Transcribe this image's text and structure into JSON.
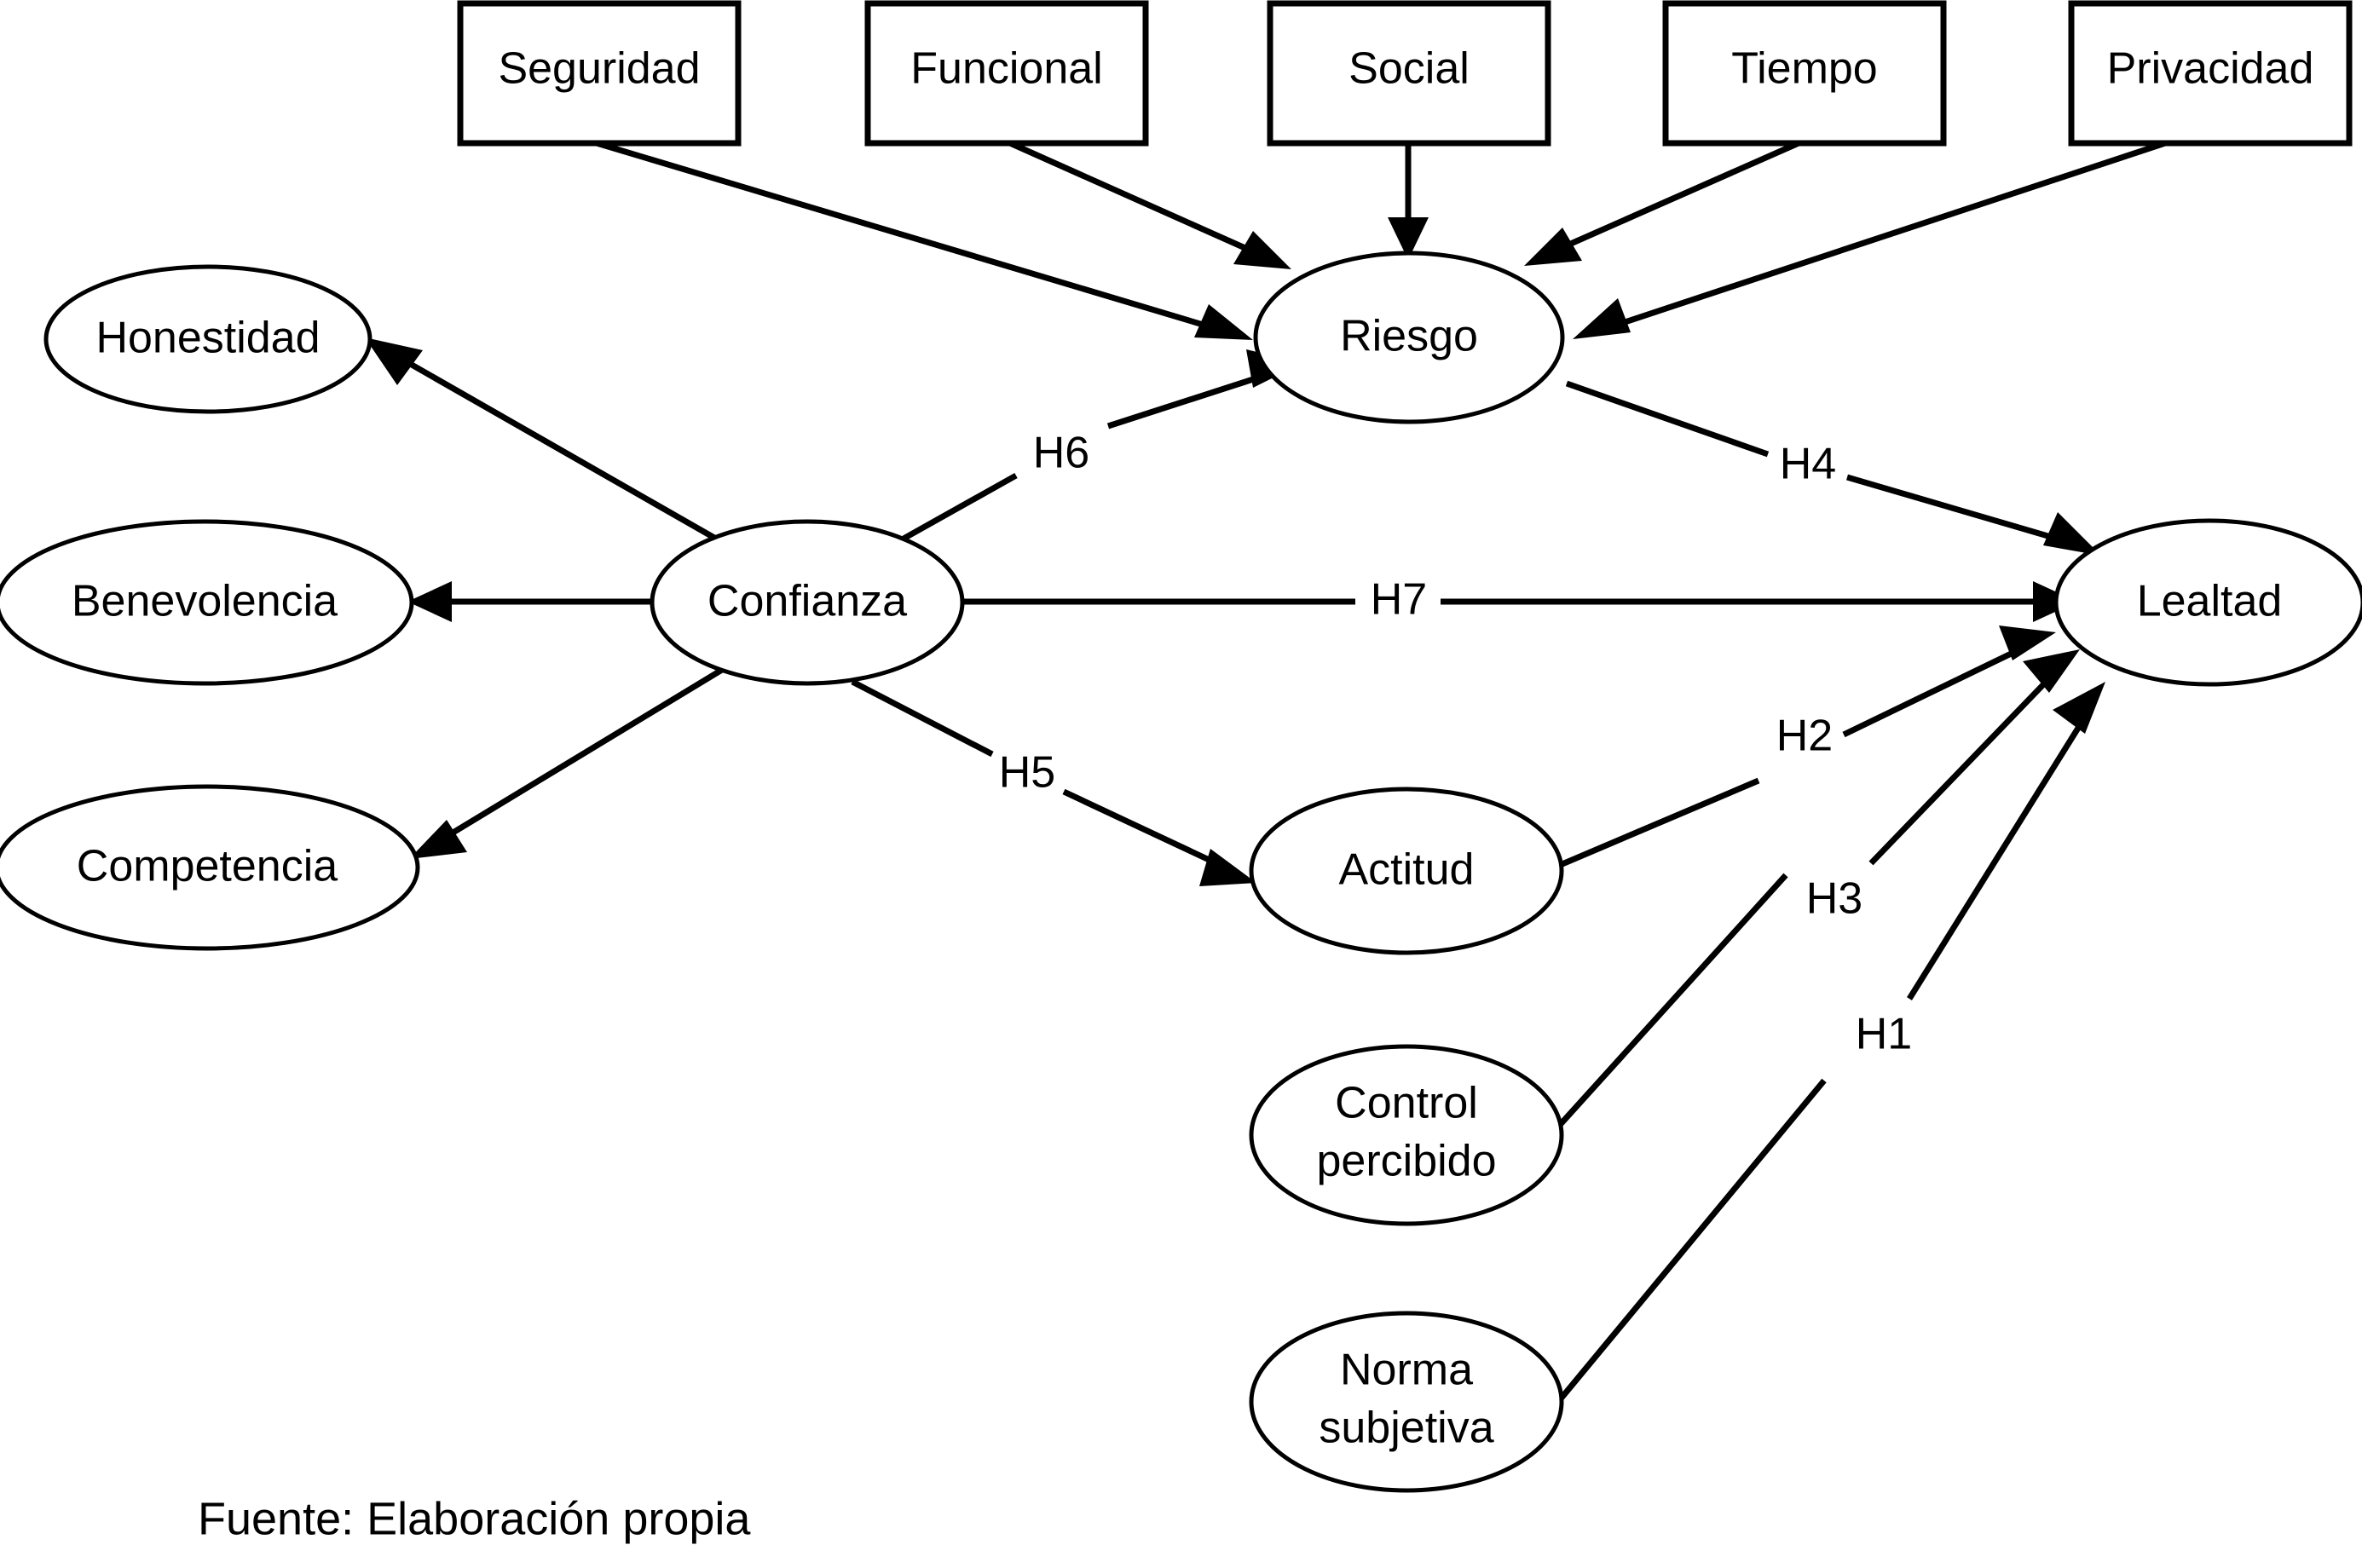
{
  "diagram": {
    "title": "",
    "source_caption": "Fuente: Elaboración propia",
    "colors": {
      "stroke": "#000000",
      "fill": "#ffffff",
      "background": "#ffffff"
    },
    "risk_dimension_boxes": [
      {
        "id": "seguridad",
        "label": "Seguridad"
      },
      {
        "id": "funcional",
        "label": "Funcional"
      },
      {
        "id": "social",
        "label": "Social"
      },
      {
        "id": "tiempo",
        "label": "Tiempo"
      },
      {
        "id": "privacidad",
        "label": "Privacidad"
      }
    ],
    "constructs": [
      {
        "id": "riesgo",
        "label": "Riesgo"
      },
      {
        "id": "confianza",
        "label": "Confianza"
      },
      {
        "id": "lealtad",
        "label": "Lealtad"
      },
      {
        "id": "honestidad",
        "label": "Honestidad"
      },
      {
        "id": "benevolencia",
        "label": "Benevolencia"
      },
      {
        "id": "competencia",
        "label": "Competencia"
      },
      {
        "id": "actitud",
        "label": "Actitud"
      },
      {
        "id": "control_percibido",
        "label_line1": "Control",
        "label_line2": "percibido"
      },
      {
        "id": "norma_subjetiva",
        "label_line1": "Norma",
        "label_line2": "subjetiva"
      }
    ],
    "hypotheses": [
      {
        "id": "h1",
        "label": "H1",
        "from": "norma_subjetiva",
        "to": "lealtad"
      },
      {
        "id": "h2",
        "label": "H2",
        "from": "actitud",
        "to": "lealtad"
      },
      {
        "id": "h3",
        "label": "H3",
        "from": "control_percibido",
        "to": "lealtad"
      },
      {
        "id": "h4",
        "label": "H4",
        "from": "riesgo",
        "to": "lealtad"
      },
      {
        "id": "h5",
        "label": "H5",
        "from": "confianza",
        "to": "actitud"
      },
      {
        "id": "h6",
        "label": "H6",
        "from": "confianza",
        "to": "riesgo"
      },
      {
        "id": "h7",
        "label": "H7",
        "from": "confianza",
        "to": "lealtad"
      }
    ],
    "unlabeled_edges": [
      {
        "from": "seguridad",
        "to": "riesgo"
      },
      {
        "from": "funcional",
        "to": "riesgo"
      },
      {
        "from": "social",
        "to": "riesgo"
      },
      {
        "from": "tiempo",
        "to": "riesgo"
      },
      {
        "from": "privacidad",
        "to": "riesgo"
      },
      {
        "from": "confianza",
        "to": "honestidad"
      },
      {
        "from": "confianza",
        "to": "benevolencia"
      },
      {
        "from": "confianza",
        "to": "competencia"
      }
    ]
  }
}
